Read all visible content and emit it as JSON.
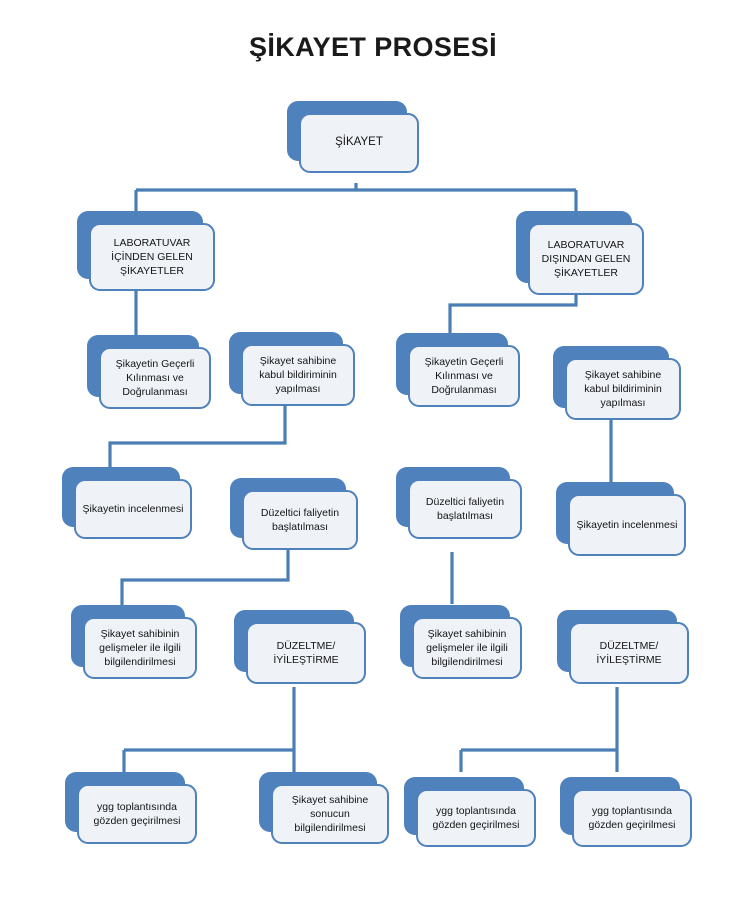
{
  "document": {
    "title": "ŞİKAYET PROSESİ",
    "type": "flowchart",
    "language": "tr"
  },
  "colors": {
    "accent": "#4F81BD",
    "node_fill": "#EFF3F8",
    "node_border": "#4F81BD",
    "connector": "#4A7EB5",
    "text": "#141414",
    "background": "#FFFFFF"
  },
  "nodes": {
    "start": "ŞİKAYET",
    "branch_internal": "LABORATUVAR İÇİNDEN GELEN ŞİKAYETLER",
    "branch_external": "LABORATUVAR DIŞINDAN GELEN ŞİKAYETLER",
    "left": {
      "validate": "Şikayetin Geçerli Kılınması ve Doğrulanması",
      "acknowledge": "Şikayet sahibine kabul bildiriminin yapılması",
      "investigate": "Şikayetin incelenmesi",
      "corrective": "Düzeltici faliyetin başlatılması",
      "inform_progress": "Şikayet sahibinin gelişmeler ile ilgili bilgilendirilmesi",
      "improvement": "DÜZELTME/İYİLEŞTİRME",
      "review": "ygg toplantısında gözden geçirilmesi",
      "inform_result": "Şikayet sahibine sonucun bilgilendirilmesi"
    },
    "right": {
      "validate": "Şikayetin Geçerli Kılınması ve Doğrulanması",
      "acknowledge": "Şikayet sahibine kabul bildiriminin yapılması",
      "corrective": "Düzeltici faliyetin başlatılması",
      "investigate": "Şikayetin incelenmesi",
      "inform_progress": "Şikayet sahibinin gelişmeler ile ilgili bilgilendirilmesi",
      "improvement": "DÜZELTME/İYİLEŞTİRME",
      "review_a": "ygg toplantısında gözden geçirilmesi",
      "review_b": "ygg toplantısında gözden geçirilmesi"
    }
  }
}
